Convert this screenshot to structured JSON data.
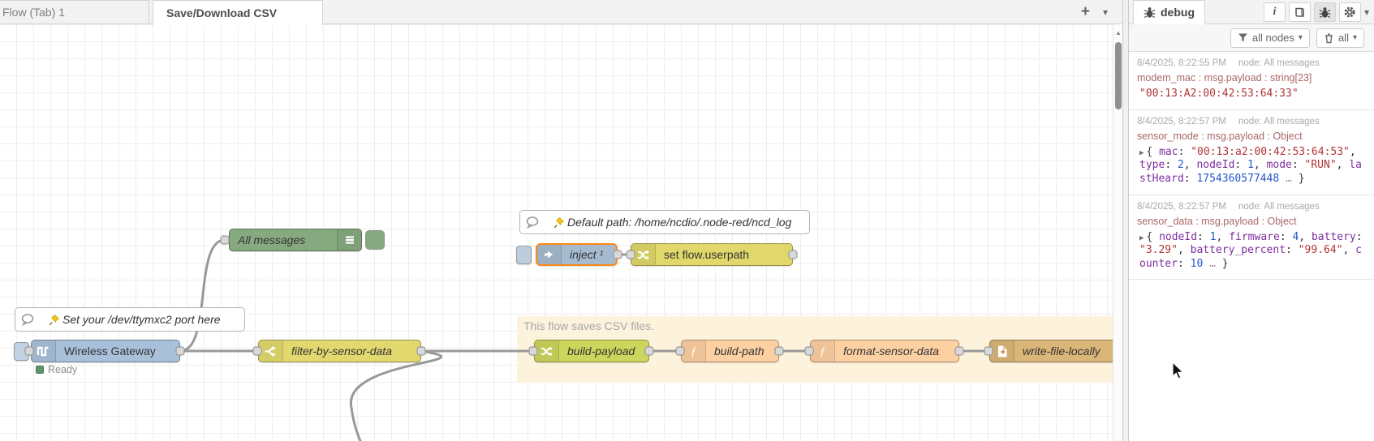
{
  "workspace": {
    "tabs": [
      {
        "label": "Flow (Tab) 1",
        "active": false
      },
      {
        "label": "Save/Download CSV",
        "active": true
      }
    ],
    "add_tab": "+"
  },
  "icons": {
    "chevron_down": "▾",
    "scroll_up": "▲"
  },
  "flow": {
    "comments": {
      "default_path": "Default path: /home/ncdio/.node-red/ncd_log",
      "set_port": "Set your /dev/ttymxc2 port here"
    },
    "group_label": "This flow saves CSV files.",
    "nodes": {
      "all_messages": "All messages",
      "inject": "inject ¹",
      "set_userpath": "set flow.userpath",
      "gateway": "Wireless Gateway",
      "gateway_status": "Ready",
      "filter": "filter-by-sensor-data",
      "build_payload": "build-payload",
      "build_path": "build-path",
      "format_sensor_data": "format-sensor-data",
      "write_file": "write-file-locally"
    }
  },
  "sidebar": {
    "tab_label": "debug",
    "filter_button": "all nodes",
    "clear_button": "all",
    "messages": [
      {
        "time": "8/4/2025, 8:22:55 PM",
        "node": "node: All messages",
        "prop": "modem_mac : msg.payload : string[23]",
        "tokens": [
          {
            "c": "string",
            "t": "\"00:13:A2:00:42:53:64:33\""
          }
        ]
      },
      {
        "time": "8/4/2025, 8:22:57 PM",
        "node": "node: All messages",
        "prop": "sensor_mode : msg.payload : Object",
        "tokens": [
          {
            "c": "arrow",
            "t": "▶"
          },
          {
            "c": "plain",
            "t": "{ "
          },
          {
            "c": "key",
            "t": "mac"
          },
          {
            "c": "plain",
            "t": ": "
          },
          {
            "c": "string",
            "t": "\"00:13:a2:00:42:53:64:53\""
          },
          {
            "c": "plain",
            "t": ", "
          },
          {
            "c": "key",
            "t": "type"
          },
          {
            "c": "plain",
            "t": ": "
          },
          {
            "c": "number",
            "t": "2"
          },
          {
            "c": "plain",
            "t": ", "
          },
          {
            "c": "key",
            "t": "nodeId"
          },
          {
            "c": "plain",
            "t": ": "
          },
          {
            "c": "number",
            "t": "1"
          },
          {
            "c": "plain",
            "t": ", "
          },
          {
            "c": "key",
            "t": "mode"
          },
          {
            "c": "plain",
            "t": ": "
          },
          {
            "c": "string",
            "t": "\"RUN\""
          },
          {
            "c": "plain",
            "t": ", "
          },
          {
            "c": "key",
            "t": "lastHeard"
          },
          {
            "c": "plain",
            "t": ": "
          },
          {
            "c": "number",
            "t": "1754360577448"
          },
          {
            "c": "ellipsis",
            "t": " … "
          },
          {
            "c": "plain",
            "t": "}"
          }
        ]
      },
      {
        "time": "8/4/2025, 8:22:57 PM",
        "node": "node: All messages",
        "prop": "sensor_data : msg.payload : Object",
        "tokens": [
          {
            "c": "arrow",
            "t": "▶"
          },
          {
            "c": "plain",
            "t": "{ "
          },
          {
            "c": "key",
            "t": "nodeId"
          },
          {
            "c": "plain",
            "t": ": "
          },
          {
            "c": "number",
            "t": "1"
          },
          {
            "c": "plain",
            "t": ", "
          },
          {
            "c": "key",
            "t": "firmware"
          },
          {
            "c": "plain",
            "t": ": "
          },
          {
            "c": "number",
            "t": "4"
          },
          {
            "c": "plain",
            "t": ", "
          },
          {
            "c": "key",
            "t": "battery"
          },
          {
            "c": "plain",
            "t": ": "
          },
          {
            "c": "string",
            "t": "\"3.29\""
          },
          {
            "c": "plain",
            "t": ", "
          },
          {
            "c": "key",
            "t": "battery_percent"
          },
          {
            "c": "plain",
            "t": ": "
          },
          {
            "c": "string",
            "t": "\"99.64\""
          },
          {
            "c": "plain",
            "t": ", "
          },
          {
            "c": "key",
            "t": "counter"
          },
          {
            "c": "plain",
            "t": ": "
          },
          {
            "c": "number",
            "t": "10"
          },
          {
            "c": "ellipsis",
            "t": " … "
          },
          {
            "c": "plain",
            "t": "}"
          }
        ]
      }
    ]
  },
  "colors": {
    "node-debug": "#87a980",
    "node-inject": "#a6bbcf",
    "node-change": "#e0d86a",
    "node-change2": "#cdd65c",
    "node-switch": "#e2d96e",
    "node-function": "#fdd0a2",
    "node-file": "#dbb679",
    "node-serial": "#a9c0da",
    "selected": "#ff8818",
    "status-ready": "#5a9367",
    "group-bg": "#fdf2dc",
    "dbg-string": "#b03636",
    "dbg-number": "#2855cc",
    "dbg-key": "#7d2ea0",
    "dbg-meta": "#a66"
  }
}
